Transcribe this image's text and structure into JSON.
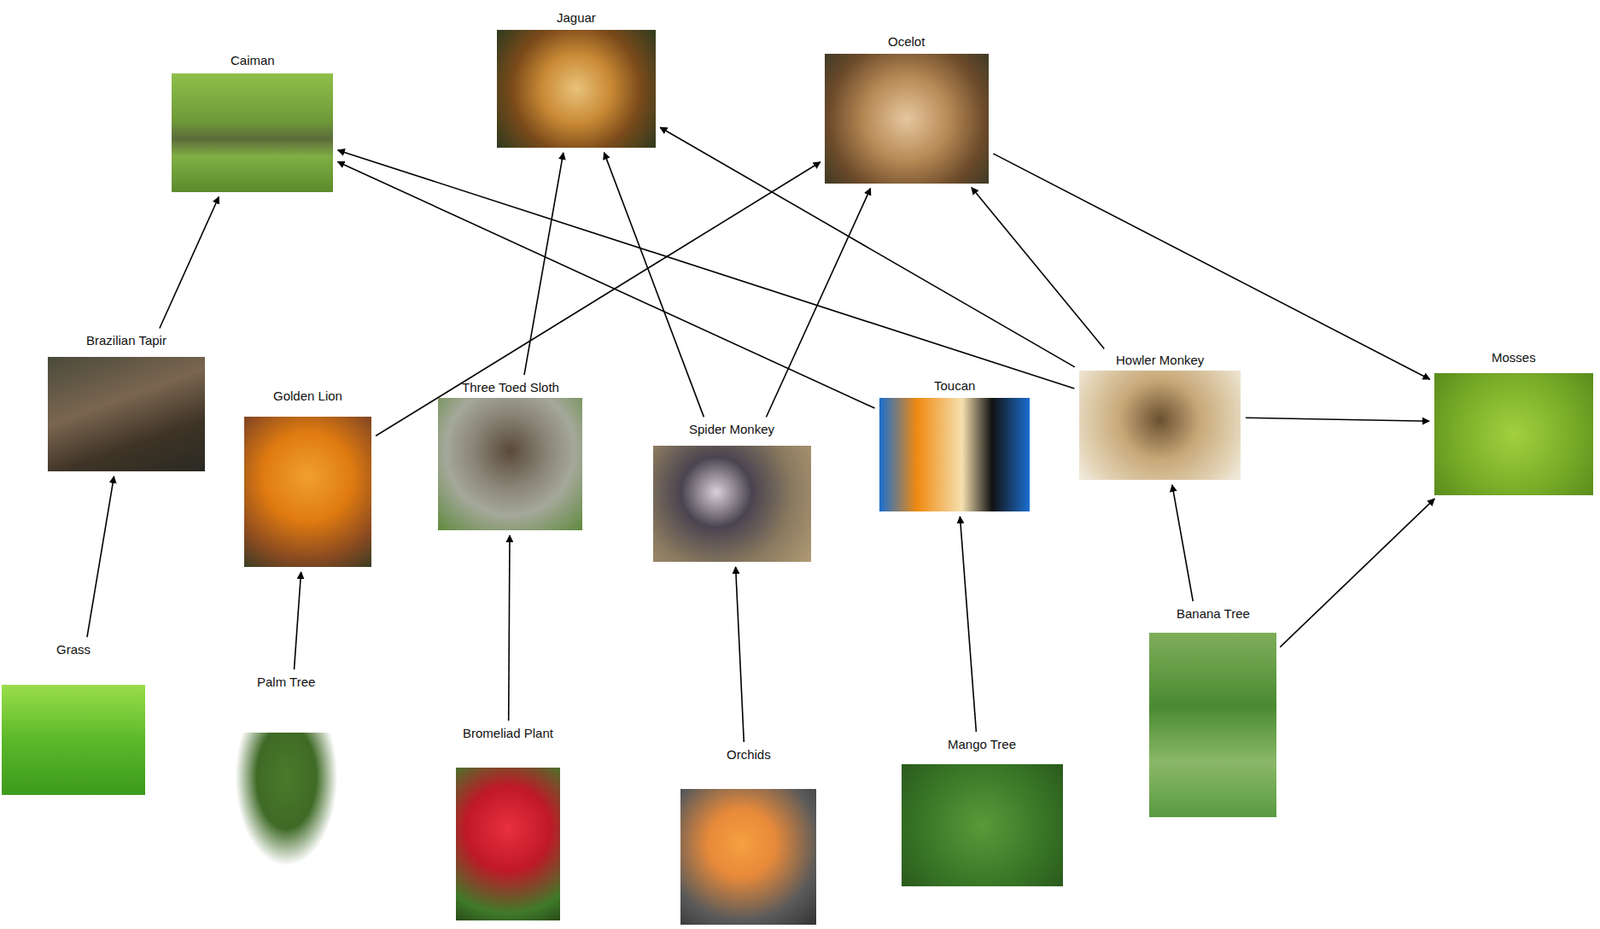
{
  "diagram": {
    "nodes": [
      {
        "text": [
          "Caiman"
        ]
      },
      {
        "text": [
          "Jaguar"
        ]
      },
      {
        "text": [
          "Ocelot"
        ]
      },
      {
        "text": [
          "Brazilian Tapir"
        ]
      },
      {
        "text": [
          "Golden Lion"
        ]
      },
      {
        "text": [
          "Three Toed Sloth"
        ]
      },
      {
        "text": [
          "Spider Monkey"
        ]
      },
      {
        "text": [
          "Toucan"
        ]
      },
      {
        "text": [
          "Howler Monkey"
        ]
      },
      {
        "text": [
          "Mosses"
        ]
      },
      {
        "text": [
          "Grass"
        ]
      },
      {
        "text": [
          "Palm Tree"
        ]
      },
      {
        "text": [
          "Bromeliad Plant"
        ]
      },
      {
        "text": [
          "Orchids"
        ]
      },
      {
        "text": [
          "Mango Tree"
        ]
      },
      {
        "text": [
          "Banana Tree"
        ]
      }
    ],
    "edges": [
      {
        "from": 3,
        "to": 0,
        "arrow": "to"
      },
      {
        "from": 4,
        "to": 2,
        "arrow": "to"
      },
      {
        "from": 5,
        "to": 1,
        "arrow": "to"
      },
      {
        "from": 6,
        "to": 1,
        "arrow": "to"
      },
      {
        "from": 6,
        "to": 2,
        "arrow": "to"
      },
      {
        "from": 7,
        "to": 0,
        "arrow": "to"
      },
      {
        "from": 8,
        "to": 0,
        "arrow": "to"
      },
      {
        "from": 8,
        "to": 1,
        "arrow": "to"
      },
      {
        "from": 8,
        "to": 2,
        "arrow": "to"
      },
      {
        "from": 2,
        "to": 9,
        "arrow": "to"
      },
      {
        "from": 8,
        "to": 9,
        "arrow": "to"
      },
      {
        "from": 15,
        "to": 9,
        "arrow": "to"
      },
      {
        "from": 10,
        "to": 3,
        "arrow": "to"
      },
      {
        "from": 11,
        "to": 4,
        "arrow": "to"
      },
      {
        "from": 12,
        "to": 5,
        "arrow": "to"
      },
      {
        "from": 13,
        "to": 6,
        "arrow": "to"
      },
      {
        "from": 14,
        "to": 7,
        "arrow": "to"
      },
      {
        "from": 15,
        "to": 8,
        "arrow": "to"
      }
    ]
  }
}
